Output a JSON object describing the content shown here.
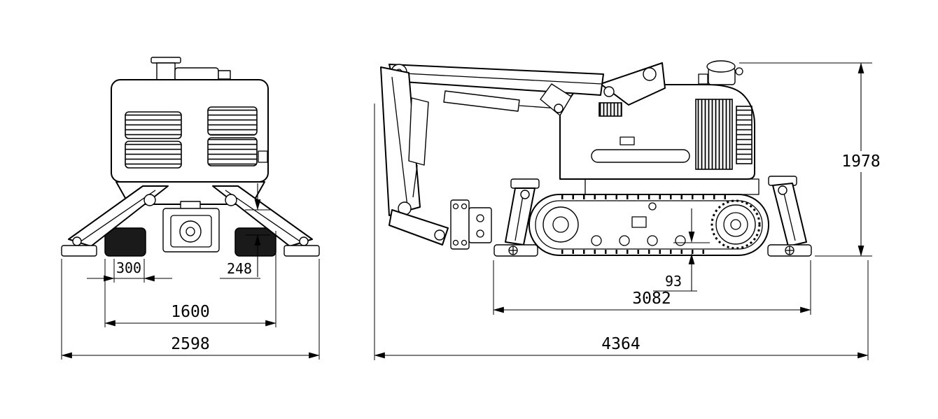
{
  "colors": {
    "background": "#ffffff",
    "line": "#000000"
  },
  "front_view": {
    "dims": {
      "d300": "300",
      "d248": "248",
      "d1600": "1600",
      "d2598": "2598"
    }
  },
  "side_view": {
    "dims": {
      "d93": "93",
      "d3082": "3082",
      "d4364": "4364",
      "d1978": "1978"
    }
  }
}
